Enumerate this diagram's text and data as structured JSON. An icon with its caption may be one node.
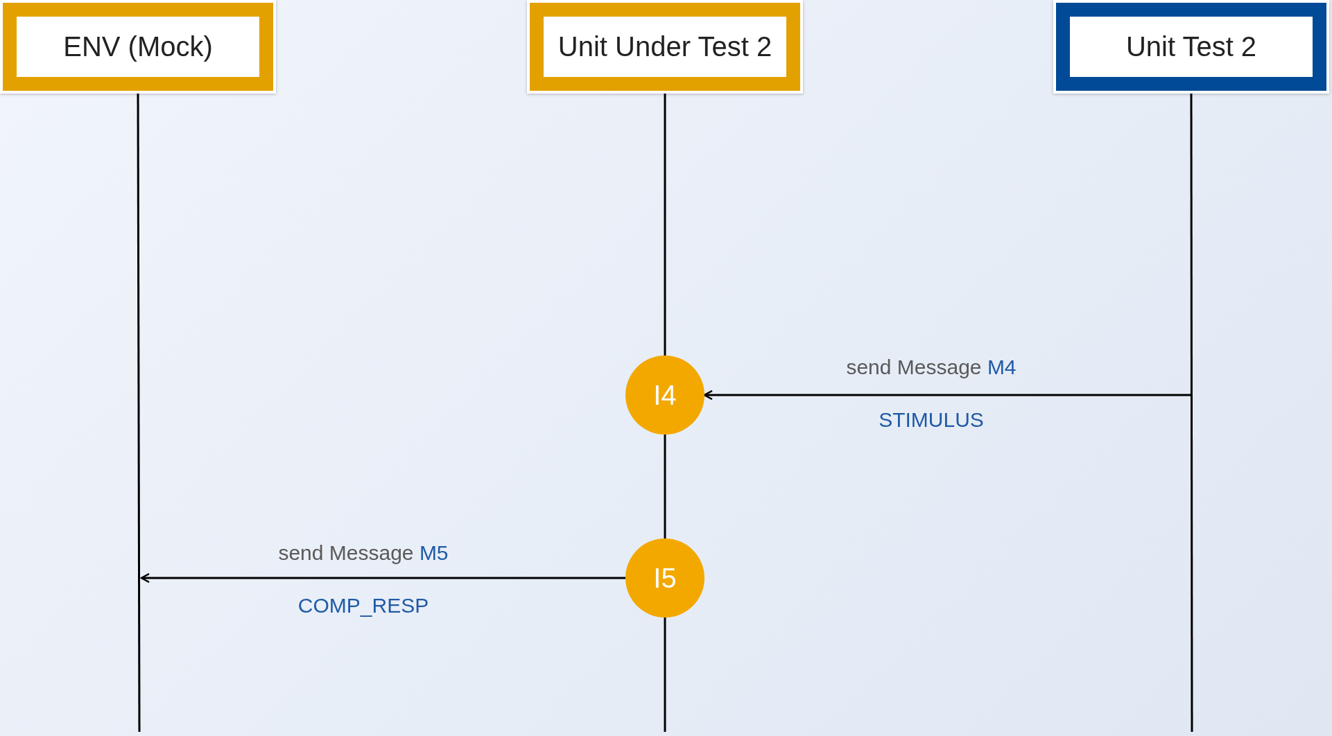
{
  "diagram": {
    "nodes": [
      {
        "text": [
          "ENV (Mock)"
        ]
      },
      {
        "text": [
          "Unit Under Test 2"
        ]
      },
      {
        "text": [
          "Unit Test 2"
        ]
      },
      {
        "text": [
          "I4"
        ]
      },
      {
        "text": [
          "I5"
        ]
      }
    ],
    "edges": [
      {
        "from": 0,
        "to": null,
        "arrow": "none"
      },
      {
        "from": 1,
        "to": 3,
        "arrow": "none"
      },
      {
        "from": 3,
        "to": 4,
        "arrow": "none"
      },
      {
        "from": 4,
        "to": null,
        "arrow": "none"
      },
      {
        "from": 2,
        "to": null,
        "arrow": "none"
      },
      {
        "from": null,
        "to": 3,
        "arrow": "to",
        "label": "send Message M4"
      },
      {
        "from": 4,
        "to": null,
        "arrow": "to",
        "label": "send Message M5"
      }
    ],
    "labels": [
      "STIMULUS",
      "COMP_RESP"
    ]
  }
}
